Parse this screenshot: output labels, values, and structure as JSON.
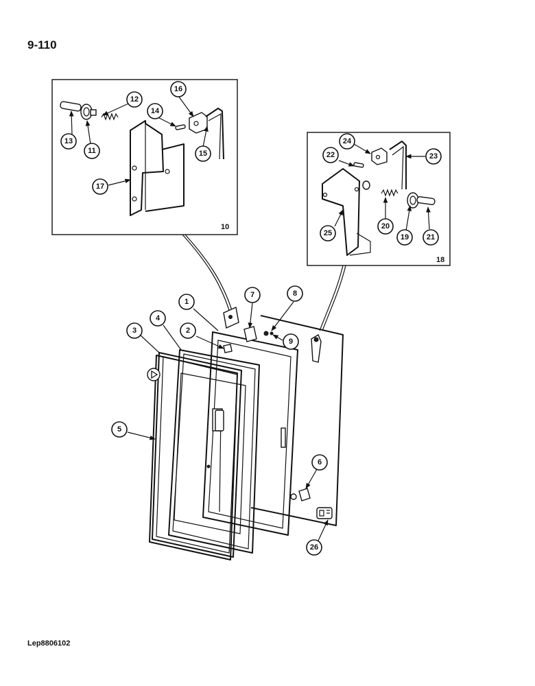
{
  "page": {
    "number": "9-110",
    "doc_code": "Lep8806102"
  },
  "details": [
    {
      "id": "detail-10",
      "label": "10"
    },
    {
      "id": "detail-18",
      "label": "18"
    }
  ],
  "callouts": [
    "1",
    "2",
    "3",
    "4",
    "5",
    "6",
    "7",
    "8",
    "9",
    "11",
    "12",
    "13",
    "14",
    "15",
    "16",
    "17",
    "19",
    "20",
    "21",
    "22",
    "23",
    "24",
    "25",
    "26"
  ]
}
